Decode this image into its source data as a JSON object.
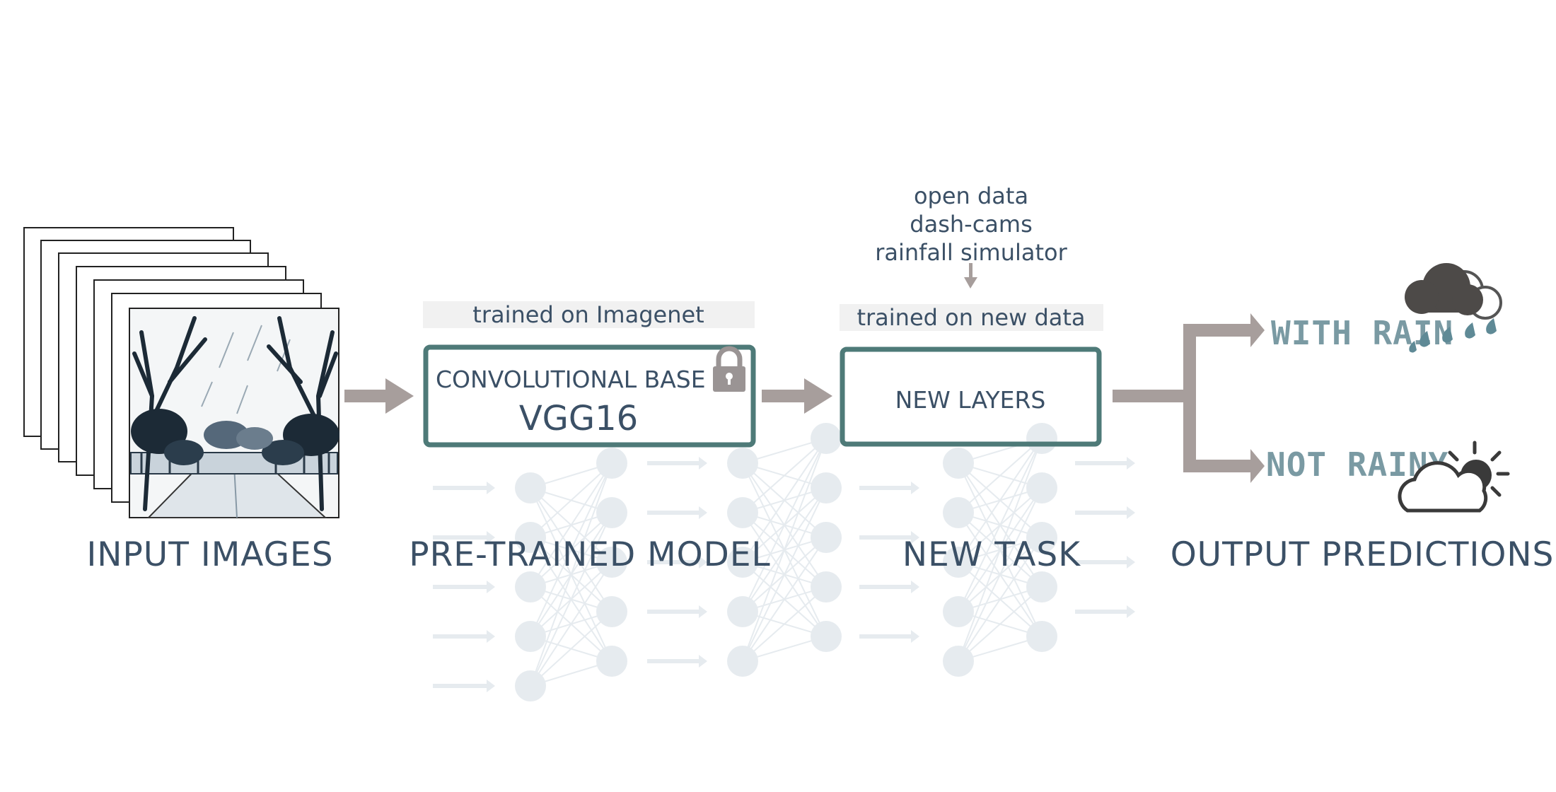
{
  "captions": {
    "input": "INPUT IMAGES",
    "pretrained": "PRE-TRAINED MODEL",
    "newtask": "NEW TASK",
    "output": "OUTPUT PREDICTIONS"
  },
  "pretrained_box": {
    "note": "trained on Imagenet",
    "line1": "CONVOLUTIONAL BASE",
    "line2": "VGG16",
    "lock_icon": "lock-icon"
  },
  "new_layers_box": {
    "sources": [
      "open data",
      "dash-cams",
      "rainfall simulator"
    ],
    "note": "trained on new data",
    "label": "NEW LAYERS"
  },
  "outputs": [
    {
      "label": "WITH RAIN",
      "icon": "rain-cloud-icon"
    },
    {
      "label": "NOT RAINY",
      "icon": "sun-cloud-icon"
    }
  ],
  "colors": {
    "text": "#3b5066",
    "box_border": "#4e7a78",
    "arrow": "#a79e9c",
    "output_label": "#7a9aa3",
    "network_faded": "#e6ebef"
  }
}
